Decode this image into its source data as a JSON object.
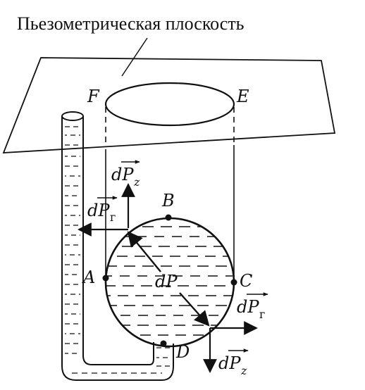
{
  "title": "Пьезометрическая плоскость",
  "points": {
    "A": "A",
    "B": "B",
    "C": "C",
    "D": "D",
    "E": "E",
    "F": "F"
  },
  "forces": {
    "dP": "dP",
    "dPz_left": "dP",
    "dPz_left_sub": "z",
    "dPg_left": "dP",
    "dPg_left_sub": "г",
    "dPg_right": "dP",
    "dPg_right_sub": "г",
    "dPz_right": "dP",
    "dPz_right_sub": "z"
  },
  "colors": {
    "stroke": "#111111",
    "background": "#ffffff"
  }
}
